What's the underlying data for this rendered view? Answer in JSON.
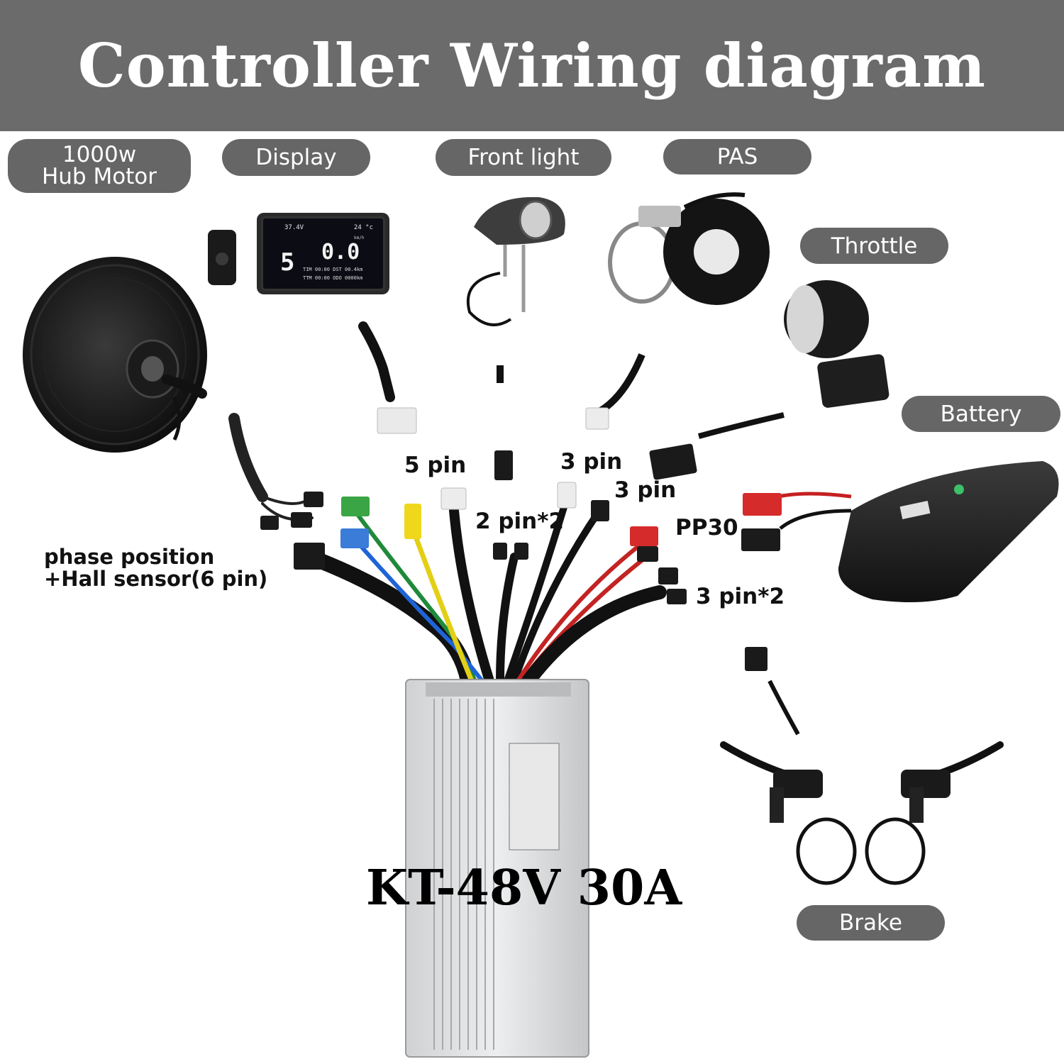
{
  "title": "Controller Wiring diagram",
  "components": {
    "hub_motor": "1000w\nHub Motor",
    "display": "Display",
    "front_light": "Front light",
    "pas": "PAS",
    "throttle": "Throttle",
    "battery": "Battery",
    "brake": "Brake"
  },
  "connectors": {
    "five_pin": "5 pin",
    "two_pin_x2": "2 pin*2",
    "three_pin_a": "3 pin",
    "three_pin_b": "3 pin",
    "pp30": "PP30",
    "three_pin_x2": "3 pin*2",
    "phase": "phase position\n+Hall sensor(6 pin)"
  },
  "controller_model": "KT-48V 30A",
  "display_screen": {
    "voltage": "37.4V",
    "temperature": "24 °c",
    "gear": "5",
    "speed": "0.0",
    "speed_unit": "km/h",
    "row1": "TIM 00:00 DST 00.4km",
    "row2": "TTM 00:00 ODO 0000km"
  },
  "colors": {
    "header_bg": "#6b6b6b",
    "pill_bg": "#666666"
  }
}
